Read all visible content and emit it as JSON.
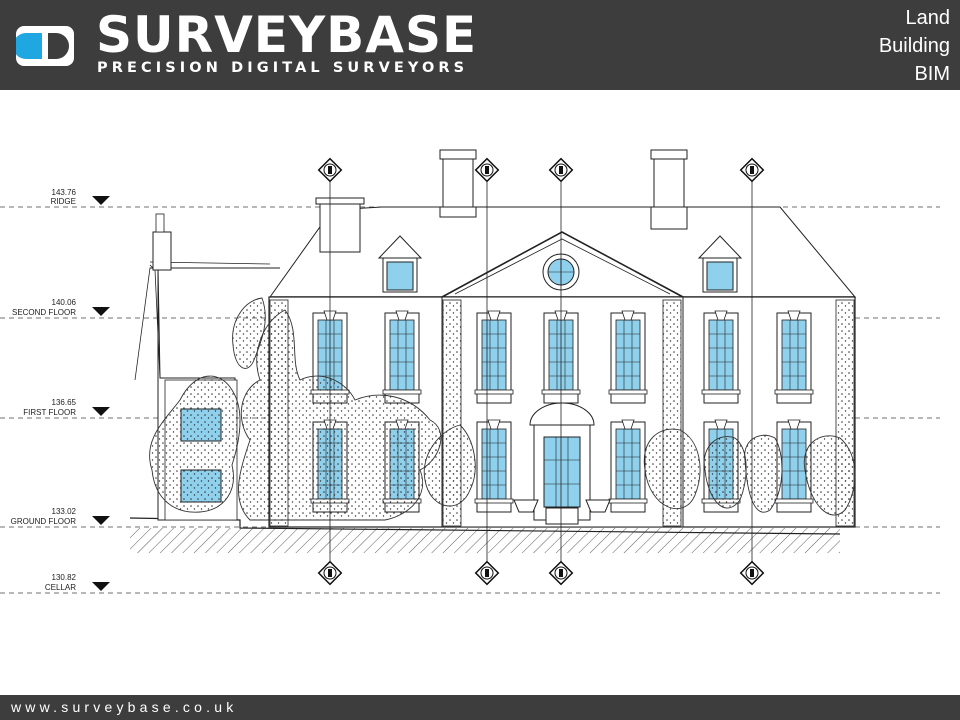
{
  "header": {
    "brand": "SURVEYBASE",
    "tagline": "PRECISION DIGITAL SURVEYORS",
    "services": [
      "Land",
      "Building",
      "BIM"
    ]
  },
  "drawing": {
    "levels": [
      {
        "value": "143.76",
        "name": "RIDGE"
      },
      {
        "value": "140.06",
        "name": "SECOND FLOOR"
      },
      {
        "value": "136.65",
        "name": "FIRST FLOOR"
      },
      {
        "value": "133.02",
        "name": "GROUND FLOOR"
      },
      {
        "value": "130.82",
        "name": "CELLAR"
      }
    ]
  },
  "footer": {
    "url": "www.surveybase.co.uk"
  },
  "colors": {
    "bar": "#3d3d3d",
    "logo_blue": "#1ea7e1",
    "glass": "#8fd0ec",
    "line": "#222222"
  }
}
